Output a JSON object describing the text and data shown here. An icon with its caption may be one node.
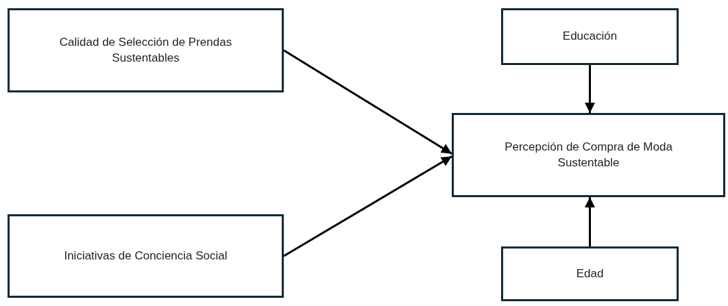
{
  "diagram": {
    "nodes": [
      {
        "text": [
          "Calidad de Selección de Prendas Sustentables"
        ]
      },
      {
        "text": [
          "Educación"
        ]
      },
      {
        "text": [
          "Percepción de Compra de Moda Sustentable"
        ]
      },
      {
        "text": [
          "Iniciativas de Conciencia Social"
        ]
      },
      {
        "text": [
          "Edad"
        ]
      }
    ],
    "edges": [
      {
        "from": 0,
        "to": 2,
        "arrow": "to"
      },
      {
        "from": 3,
        "to": 2,
        "arrow": "to"
      },
      {
        "from": 1,
        "to": 2,
        "arrow": "to"
      },
      {
        "from": 4,
        "to": 2,
        "arrow": "to"
      }
    ]
  }
}
